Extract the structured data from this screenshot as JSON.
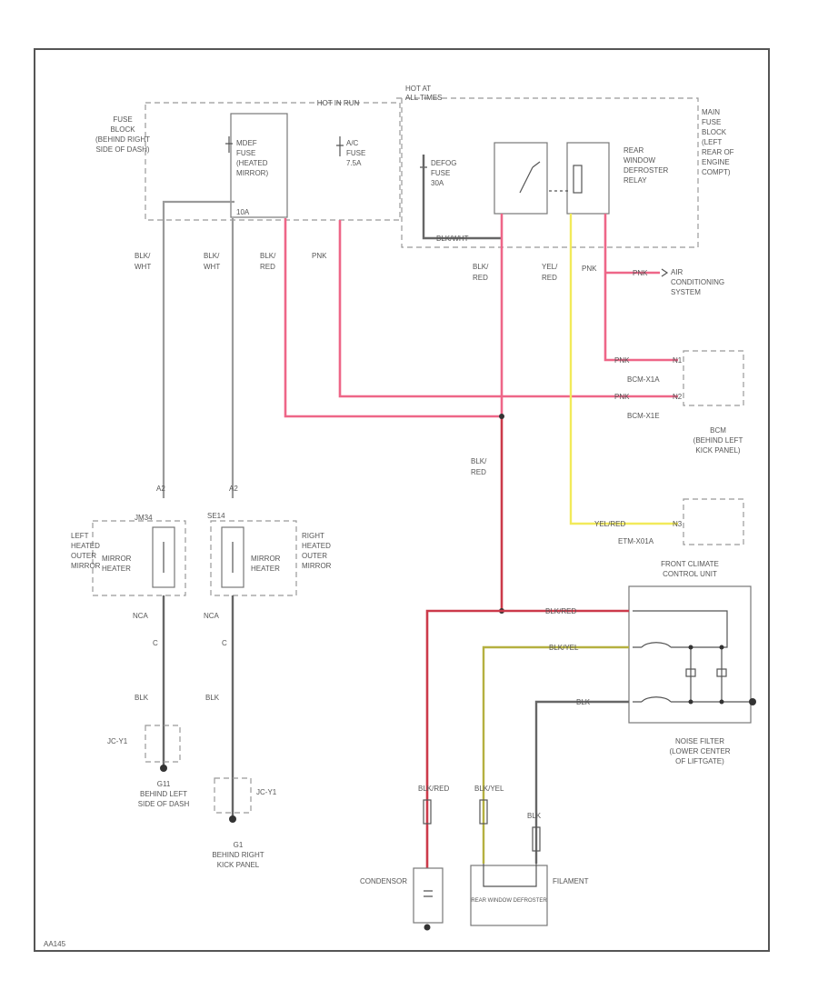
{
  "fuse_block": {
    "label": [
      "FUSE",
      "BLOCK",
      "(BEHIND RIGHT",
      "SIDE OF DASH)"
    ]
  },
  "hot_in_run": "HOT IN RUN",
  "hot_at_all_times": [
    "HOT AT",
    "ALL TIMES"
  ],
  "fuse_mirror": [
    "MDEF",
    "FUSE",
    "(HEATED",
    "MIRROR)",
    "10A"
  ],
  "fuse_ac": [
    "A/C",
    "FUSE",
    "7.5A"
  ],
  "fuse_defog": [
    "DEFOG",
    "FUSE",
    "30A"
  ],
  "main_fuse_block": [
    "MAIN",
    "FUSE",
    "BLOCK",
    "(LEFT",
    "REAR OF",
    "ENGINE",
    "COMPT)"
  ],
  "relay": [
    "REAR",
    "WINDOW",
    "DEFROSTER",
    "RELAY"
  ],
  "relay_ground_wire": "BLK/WHT",
  "wire_colors": {
    "blk_wht_1": [
      "BLK/",
      "WHT"
    ],
    "blk_wht_2": [
      "BLK/",
      "WHT"
    ],
    "blk_red_1": [
      "BLK/",
      "RED"
    ],
    "pnk_top": "PNK",
    "blk_red_relay": [
      "BLK/",
      "RED"
    ],
    "yel_red": [
      "YEL/",
      "RED"
    ],
    "pnk_relay": "PNK",
    "pnk_ac": "PNK",
    "pnk_bcm1": "PNK",
    "pnk_bcm2": "PNK",
    "blk_red_mid": [
      "BLK/",
      "RED"
    ],
    "yel_red_bcm": "YEL/RED",
    "blk_red_cu": "BLK/RED",
    "blk_yel_cu": "BLK/YEL",
    "blk_cu": "BLK",
    "nca_left": "NCA",
    "nca_right": "NCA",
    "blk_left": "BLK",
    "blk_right": "BLK",
    "blk_red_cond": "BLK/RED",
    "blk_yel_fil": "BLK/YEL",
    "blk_fil": "BLK"
  },
  "ac_system": [
    "AIR",
    "CONDITIONING",
    "SYSTEM"
  ],
  "bcm": {
    "label": [
      "BCM",
      "(BEHIND LEFT",
      "KICK PANEL)"
    ],
    "conn1": "BCM-X1A",
    "conn2": "BCM-X1E",
    "conn3": "ETM-X01A",
    "pin1": "N1",
    "pin2": "N2",
    "pin3": "N3"
  },
  "left_mirror": {
    "label": [
      "LEFT",
      "HEATED",
      "OUTER",
      "MIRROR"
    ],
    "heater": [
      "MIRROR",
      "HEATER"
    ],
    "conn": "JM34",
    "pin": "A2"
  },
  "right_mirror": {
    "label": [
      "RIGHT",
      "HEATED",
      "OUTER",
      "MIRROR"
    ],
    "heater": [
      "MIRROR",
      "HEATER"
    ],
    "conn": "SE14",
    "pin": "A2"
  },
  "left_pins": {
    "pin_c": "C"
  },
  "right_pins": {
    "pin_c": "C"
  },
  "ground_left": {
    "conn": "JC-Y1",
    "label": [
      "G11",
      "BEHIND LEFT",
      "SIDE OF DASH"
    ]
  },
  "ground_right": {
    "conn": "JC-Y1",
    "label": [
      "G1",
      "BEHIND RIGHT",
      "KICK PANEL"
    ]
  },
  "climate_unit": [
    "FRONT CLIMATE",
    "CONTROL UNIT"
  ],
  "noise_filter": [
    "NOISE FILTER",
    "(LOWER CENTER",
    "OF LIFTGATE)"
  ],
  "condensor": "CONDENSOR",
  "filament": "FILAMENT",
  "filament_inner": "REAR WINDOW DEFROSTER",
  "cond_conn": "BLK/RED",
  "fil_conn_left": "BLK/YEL",
  "fil_conn_right": "BLK",
  "footer_code": "AA145"
}
